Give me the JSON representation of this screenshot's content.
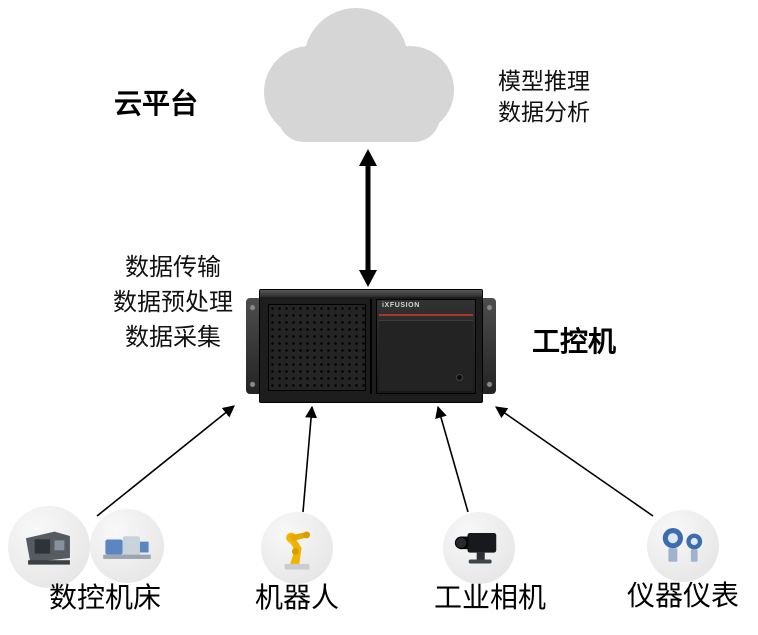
{
  "cloud": {
    "label": "云平台",
    "annotation": [
      "模型推理",
      "数据分析"
    ]
  },
  "ipc": {
    "label": "工控机",
    "brand": "iXFUSION",
    "functions": [
      "数据传输",
      "数据预处理",
      "数据采集"
    ]
  },
  "devices": [
    {
      "label": "数控机床",
      "icon": "cnc-machine-icon"
    },
    {
      "label": "机器人",
      "icon": "robot-arm-icon"
    },
    {
      "label": "工业相机",
      "icon": "industrial-camera-icon"
    },
    {
      "label": "仪器仪表",
      "icon": "instrument-gauge-icon"
    }
  ],
  "colors": {
    "cloud_fill": "#d6d6d6",
    "arrow": "#000000",
    "ipc_body": "#1d1d1d",
    "accent_red": "#a8372c",
    "robot_yellow": "#f2b200",
    "instrument_blue": "#3d6db0"
  }
}
